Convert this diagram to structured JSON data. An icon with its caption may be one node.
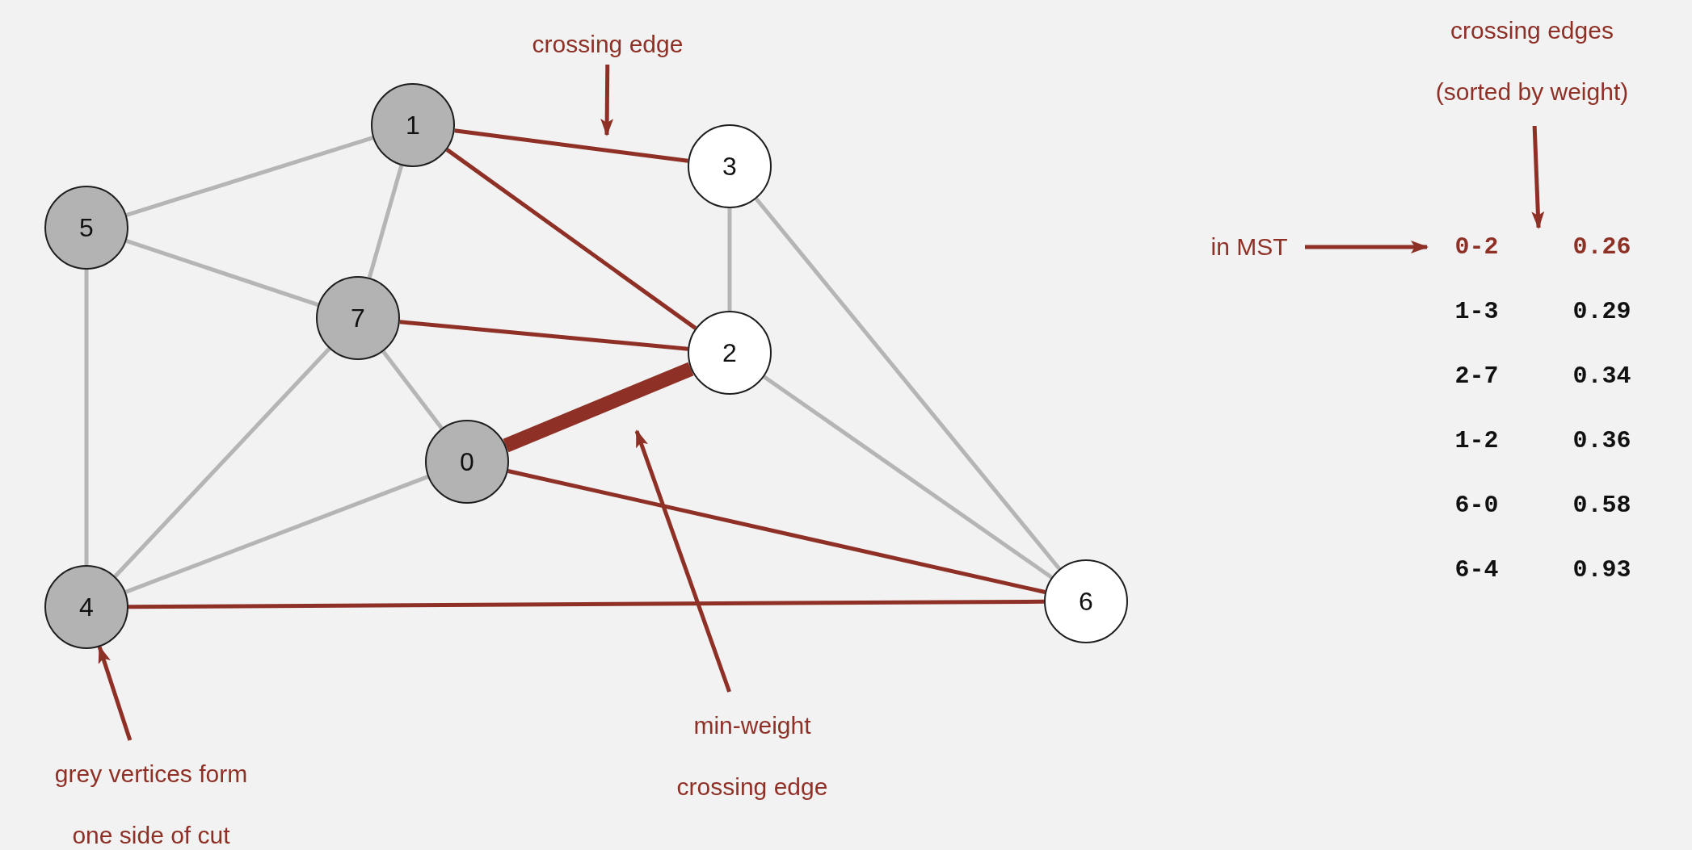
{
  "diagram": {
    "nodes": [
      {
        "text": [
          "crossing edge"
        ]
      },
      {
        "text": [
          "crossing edges (sorted by weight)"
        ]
      },
      {
        "text": [
          "1"
        ]
      },
      {
        "text": [
          "3"
        ]
      },
      {
        "text": [
          "5"
        ]
      },
      {
        "text": [
          "in MST"
        ]
      },
      {
        "text": [
          "0-2",
          "0.26"
        ]
      },
      {
        "text": [
          "7"
        ]
      },
      {
        "text": [
          "2"
        ]
      },
      {
        "text": [
          "0"
        ]
      },
      {
        "text": [
          "4"
        ]
      },
      {
        "text": [
          "6"
        ]
      },
      {
        "text": [
          "min-weight crossing edge"
        ]
      },
      {
        "text": [
          "grey vertices form one side of cut"
        ]
      }
    ],
    "edges": [
      {
        "from": 2,
        "to": 4,
        "arrow": "none",
        "color": "#b5b5b5"
      },
      {
        "from": 2,
        "to": 7,
        "arrow": "none",
        "color": "#b5b5b5"
      },
      {
        "from": 4,
        "to": 7,
        "arrow": "none",
        "color": "#b5b5b5"
      },
      {
        "from": 4,
        "to": 10,
        "arrow": "none",
        "color": "#b5b5b5"
      },
      {
        "from": 7,
        "to": 9,
        "arrow": "none",
        "color": "#b5b5b5"
      },
      {
        "from": 7,
        "to": 10,
        "arrow": "none",
        "color": "#b5b5b5"
      },
      {
        "from": 10,
        "to": 9,
        "arrow": "none",
        "color": "#b5b5b5"
      },
      {
        "from": 3,
        "to": 8,
        "arrow": "none",
        "color": "#b5b5b5"
      },
      {
        "from": 3,
        "to": 11,
        "arrow": "none",
        "color": "#b5b5b5"
      },
      {
        "from": 8,
        "to": 11,
        "arrow": "none",
        "color": "#b5b5b5"
      },
      {
        "from": 2,
        "to": 3,
        "arrow": "none"
      },
      {
        "from": 2,
        "to": 8,
        "arrow": "none"
      },
      {
        "from": 7,
        "to": 8,
        "arrow": "none"
      },
      {
        "from": 9,
        "to": 8,
        "arrow": "none",
        "style": "thick"
      },
      {
        "from": 9,
        "to": 11,
        "arrow": "none"
      },
      {
        "from": 10,
        "to": 11,
        "arrow": "none"
      },
      {
        "from": 0,
        "to": null,
        "arrow": "to"
      },
      {
        "from": 12,
        "to": null,
        "arrow": "to"
      },
      {
        "from": 13,
        "to": 10,
        "arrow": "to"
      },
      {
        "from": 1,
        "to": 6,
        "arrow": "to"
      },
      {
        "from": 5,
        "to": 6,
        "arrow": "to"
      }
    ],
    "labels": [
      "1-3",
      "0.29",
      "2-7",
      "0.34",
      "1-2",
      "0.36",
      "6-0",
      "0.58",
      "6-4",
      "0.93"
    ]
  }
}
